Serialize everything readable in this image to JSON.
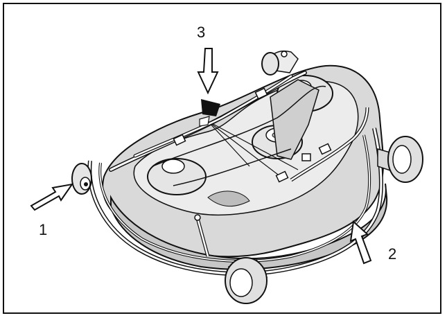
{
  "callouts": [
    {
      "id": "1",
      "label": "1"
    },
    {
      "id": "2",
      "label": "2"
    },
    {
      "id": "3",
      "label": "3"
    }
  ],
  "colors": {
    "line": "#111111",
    "deck_fill": "#d9d9d9",
    "deck_fill_dark": "#c7c7c7",
    "background": "#ffffff"
  },
  "icons": {
    "callout_arrow": "outlined-arrow-icon",
    "wheel": "gauge-wheel-icon",
    "pulley": "pulley-icon"
  }
}
